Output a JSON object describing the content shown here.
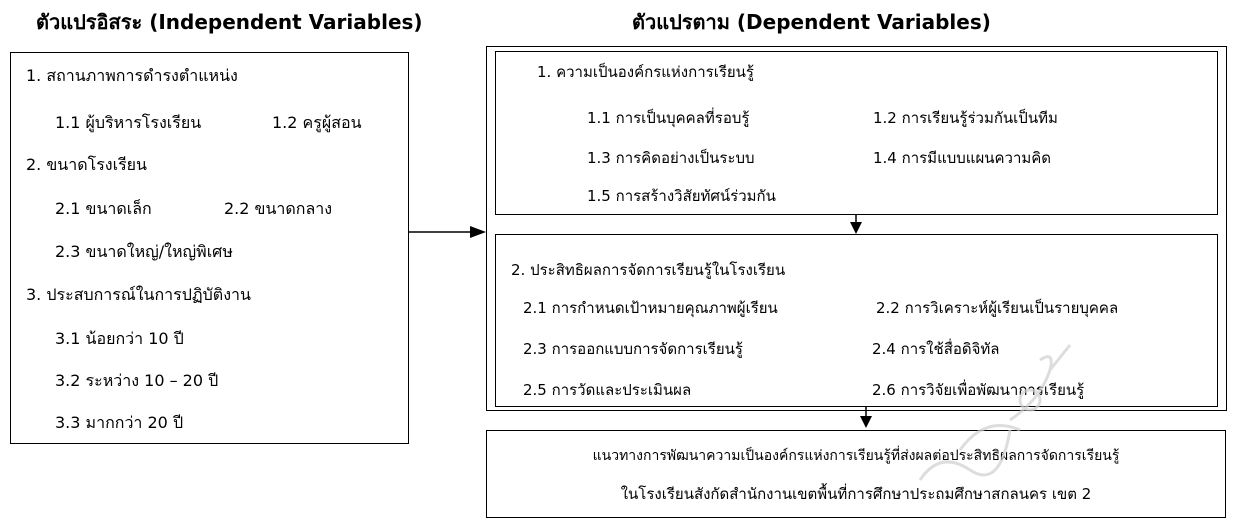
{
  "headers": {
    "independent": "ตัวแปรอิสระ (Independent Variables)",
    "dependent": "ตัวแปรตาม (Dependent Variables)"
  },
  "independent": {
    "v1": "1. สถานภาพการดำรงตำแหน่ง",
    "v1_1": "1.1 ผู้บริหารโรงเรียน",
    "v1_2": "1.2 ครูผู้สอน",
    "v2": "2. ขนาดโรงเรียน",
    "v2_1": "2.1 ขนาดเล็ก",
    "v2_2": "2.2 ขนาดกลาง",
    "v2_3": "2.3 ขนาดใหญ่/ใหญ่พิเศษ",
    "v3": "3. ประสบการณ์ในการปฏิบัติงาน",
    "v3_1": "3.1 น้อยกว่า 10 ปี",
    "v3_2": "3.2 ระหว่าง 10 – 20 ปี",
    "v3_3": "3.3 มากกว่า 20 ปี"
  },
  "dependent1": {
    "title": "1. ความเป็นองค์กรแห่งการเรียนรู้",
    "i1_1": "1.1 การเป็นบุคคลที่รอบรู้",
    "i1_2": "1.2 การเรียนรู้ร่วมกันเป็นทีม",
    "i1_3": "1.3 การคิดอย่างเป็นระบบ",
    "i1_4": "1.4 การมีแบบแผนความคิด",
    "i1_5": "1.5 การสร้างวิสัยทัศน์ร่วมกัน"
  },
  "dependent2": {
    "title": "2. ประสิทธิผลการจัดการเรียนรู้ในโรงเรียน",
    "i2_1": "2.1 การกำหนดเป้าหมายคุณภาพผู้เรียน",
    "i2_2": "2.2 การวิเคราะห์ผู้เรียนเป็นรายบุคคล",
    "i2_3": "2.3 การออกแบบการจัดการเรียนรู้",
    "i2_4": "2.4 การใช้สื่อดิจิทัล",
    "i2_5": "2.5 การวัดและประเมินผล",
    "i2_6": "2.6 การวิจัยเพื่อพัฒนาการเรียนรู้"
  },
  "outcome": {
    "line1": "แนวทางการพัฒนาความเป็นองค์กรแห่งการเรียนรู้ที่ส่งผลต่อประสิทธิผลการจัดการเรียนรู้",
    "line2": "ในโรงเรียนสังกัดสำนักงานเขตพื้นที่การศึกษาประถมศึกษาสกลนคร เขต 2"
  },
  "colors": {
    "line": "#000000",
    "watermark": "#cfcfcf"
  }
}
